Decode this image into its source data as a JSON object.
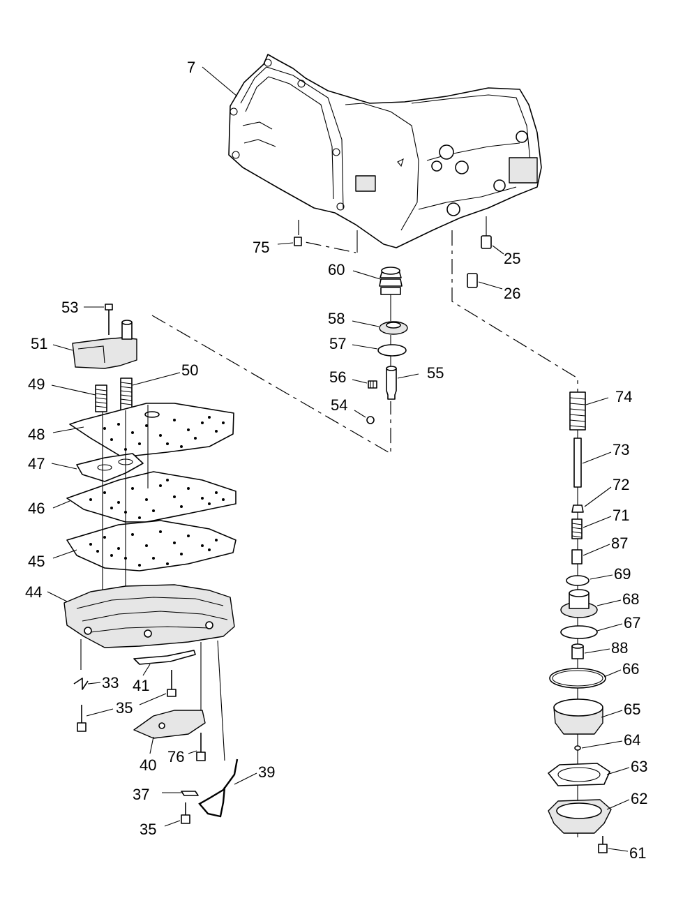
{
  "callouts": [
    {
      "id": "c7",
      "label": "7"
    },
    {
      "id": "c75",
      "label": "75"
    },
    {
      "id": "c60",
      "label": "60"
    },
    {
      "id": "c25",
      "label": "25"
    },
    {
      "id": "c26",
      "label": "26"
    },
    {
      "id": "c53",
      "label": "53"
    },
    {
      "id": "c51",
      "label": "51"
    },
    {
      "id": "c49",
      "label": "49"
    },
    {
      "id": "c50",
      "label": "50"
    },
    {
      "id": "c48",
      "label": "48"
    },
    {
      "id": "c47",
      "label": "47"
    },
    {
      "id": "c46",
      "label": "46"
    },
    {
      "id": "c45",
      "label": "45"
    },
    {
      "id": "c44",
      "label": "44"
    },
    {
      "id": "c33",
      "label": "33"
    },
    {
      "id": "c41",
      "label": "41"
    },
    {
      "id": "c35a",
      "label": "35"
    },
    {
      "id": "c40",
      "label": "40"
    },
    {
      "id": "c76",
      "label": "76"
    },
    {
      "id": "c39",
      "label": "39"
    },
    {
      "id": "c37",
      "label": "37"
    },
    {
      "id": "c35b",
      "label": "35"
    },
    {
      "id": "c58",
      "label": "58"
    },
    {
      "id": "c57",
      "label": "57"
    },
    {
      "id": "c56",
      "label": "56"
    },
    {
      "id": "c55",
      "label": "55"
    },
    {
      "id": "c54",
      "label": "54"
    },
    {
      "id": "c74",
      "label": "74"
    },
    {
      "id": "c73",
      "label": "73"
    },
    {
      "id": "c72",
      "label": "72"
    },
    {
      "id": "c71",
      "label": "71"
    },
    {
      "id": "c87",
      "label": "87"
    },
    {
      "id": "c69",
      "label": "69"
    },
    {
      "id": "c68",
      "label": "68"
    },
    {
      "id": "c67",
      "label": "67"
    },
    {
      "id": "c88",
      "label": "88"
    },
    {
      "id": "c66",
      "label": "66"
    },
    {
      "id": "c65",
      "label": "65"
    },
    {
      "id": "c64",
      "label": "64"
    },
    {
      "id": "c63",
      "label": "63"
    },
    {
      "id": "c62",
      "label": "62"
    },
    {
      "id": "c61",
      "label": "61"
    }
  ]
}
